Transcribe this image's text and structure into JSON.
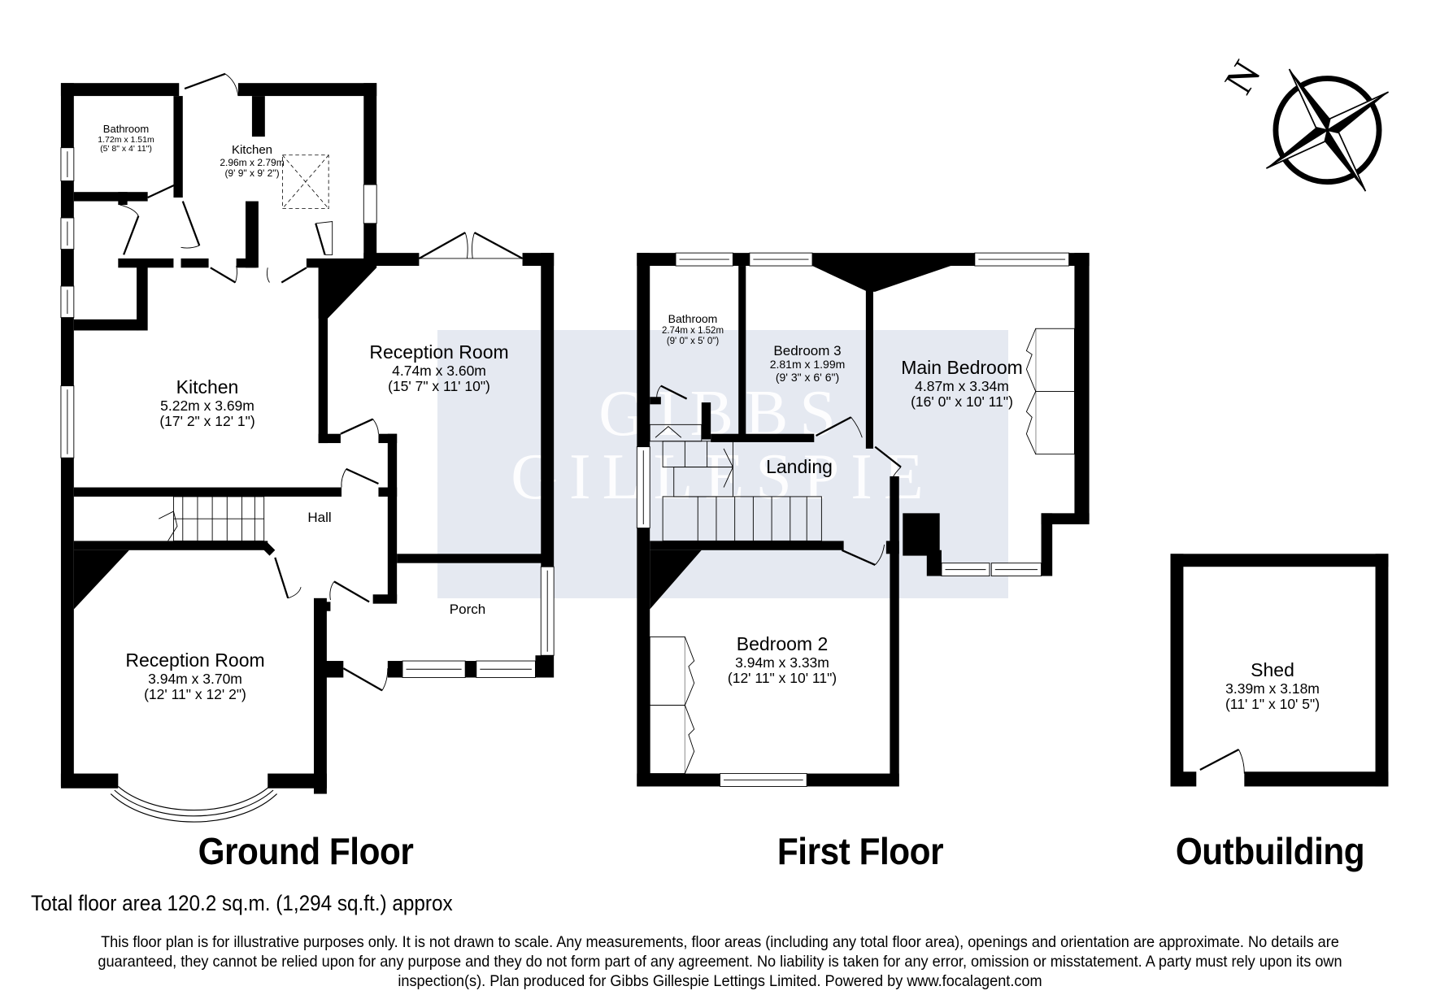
{
  "watermark": {
    "line1": "GIBBS",
    "line2": "GILLESPIE",
    "color": "#e1e5ee"
  },
  "compass": {
    "label": "N"
  },
  "ground_floor": {
    "title": "Ground Floor",
    "rooms": {
      "bathroom": {
        "name": "Bathroom",
        "metric": "1.72m x 1.51m",
        "imperial": "(5' 8\" x 4' 11\")"
      },
      "kitchen_small": {
        "name": "Kitchen",
        "metric": "2.96m x 2.79m",
        "imperial": "(9' 9\" x 9' 2\")"
      },
      "kitchen": {
        "name": "Kitchen",
        "metric": "5.22m x 3.69m",
        "imperial": "(17' 2\" x 12' 1\")"
      },
      "reception_rear": {
        "name": "Reception Room",
        "metric": "4.74m x 3.60m",
        "imperial": "(15' 7\" x 11' 10\")"
      },
      "hall": {
        "name": "Hall"
      },
      "porch": {
        "name": "Porch"
      },
      "reception_front": {
        "name": "Reception Room",
        "metric": "3.94m x 3.70m",
        "imperial": "(12' 11\" x 12' 2\")"
      }
    }
  },
  "first_floor": {
    "title": "First Floor",
    "rooms": {
      "bathroom": {
        "name": "Bathroom",
        "metric": "2.74m x 1.52m",
        "imperial": "(9' 0\" x 5' 0\")"
      },
      "bedroom3": {
        "name": "Bedroom 3",
        "metric": "2.81m x 1.99m",
        "imperial": "(9' 3\" x 6' 6\")"
      },
      "main_bedroom": {
        "name": "Main Bedroom",
        "metric": "4.87m x 3.34m",
        "imperial": "(16' 0\" x 10' 11\")"
      },
      "landing": {
        "name": "Landing"
      },
      "bedroom2": {
        "name": "Bedroom 2",
        "metric": "3.94m x 3.33m",
        "imperial": "(12' 11\" x 10' 11\")"
      }
    }
  },
  "outbuilding": {
    "title": "Outbuilding",
    "rooms": {
      "shed": {
        "name": "Shed",
        "metric": "3.39m x 3.18m",
        "imperial": "(11' 1\" x 10' 5\")"
      }
    }
  },
  "footer": {
    "total_area": "Total floor area 120.2 sq.m. (1,294 sq.ft.) approx",
    "disclaimer": "This floor plan is for illustrative purposes only. It is not drawn to scale. Any measurements, floor areas (including any total floor area), openings and orientation are approximate. No details are guaranteed, they cannot be relied upon for any purpose and they do not form part of any agreement. No liability is taken for any error, omission or misstatement. A party must rely upon its own inspection(s). Plan produced for Gibbs Gillespie Lettings Limited. Powered by www.focalagent.com"
  }
}
